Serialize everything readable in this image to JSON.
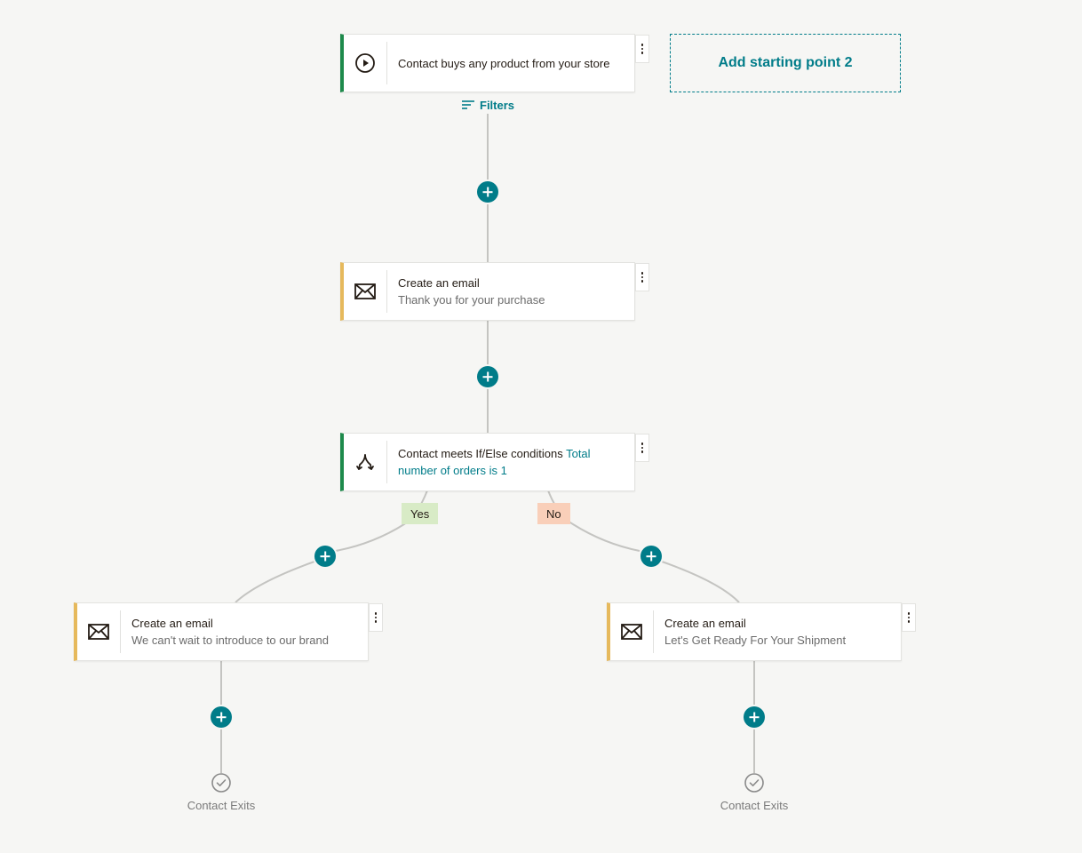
{
  "trigger": {
    "title": "Contact buys any product from your store",
    "icon": "play-circle-icon",
    "accent": "#1e8a4c"
  },
  "add_starting_point": {
    "label": "Add starting point 2"
  },
  "filters": {
    "label": "Filters",
    "icon": "filter-lines-icon"
  },
  "email_1": {
    "title": "Create an email",
    "subtitle": "Thank you for your purchase",
    "icon": "envelope-icon",
    "accent": "#e6b95c"
  },
  "condition": {
    "title_prefix": "Contact meets If/Else conditions",
    "condition_text": "Total number of orders is 1",
    "icon": "split-branch-icon",
    "accent": "#1e8a4c"
  },
  "branches": {
    "yes_label": "Yes",
    "no_label": "No",
    "yes_color": "#d8ebc6",
    "no_color": "#f9cfb9"
  },
  "email_yes": {
    "title": "Create an email",
    "subtitle": "We can't wait to introduce to our brand",
    "icon": "envelope-icon"
  },
  "email_no": {
    "title": "Create an email",
    "subtitle": "Let's Get Ready For Your Shipment",
    "icon": "envelope-icon"
  },
  "exit_yes": {
    "label": "Contact Exits",
    "icon": "check-circle-icon"
  },
  "exit_no": {
    "label": "Contact Exits",
    "icon": "check-circle-icon"
  },
  "colors": {
    "accent_teal": "#007c89",
    "connector": "#c7c7c4",
    "background": "#f6f6f4"
  }
}
